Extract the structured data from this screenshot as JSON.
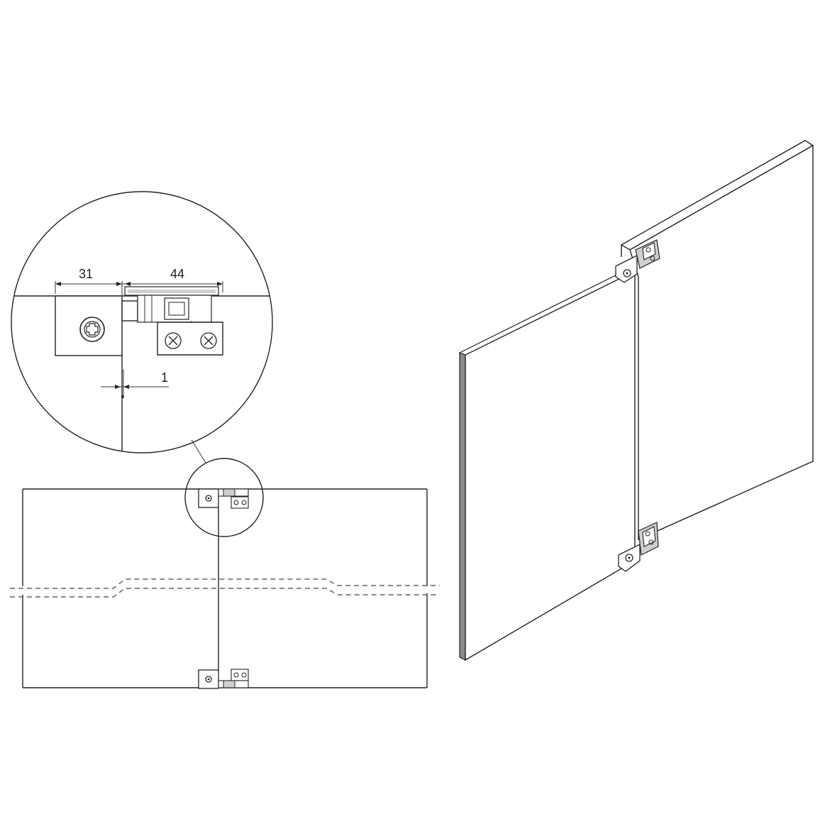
{
  "dimensions": {
    "left_width": "31",
    "right_width": "44",
    "gap": "1"
  },
  "colors": {
    "line": "#222222",
    "panel_edge": "#8a8a8a",
    "bracket_fill": "#cfcfcf"
  }
}
